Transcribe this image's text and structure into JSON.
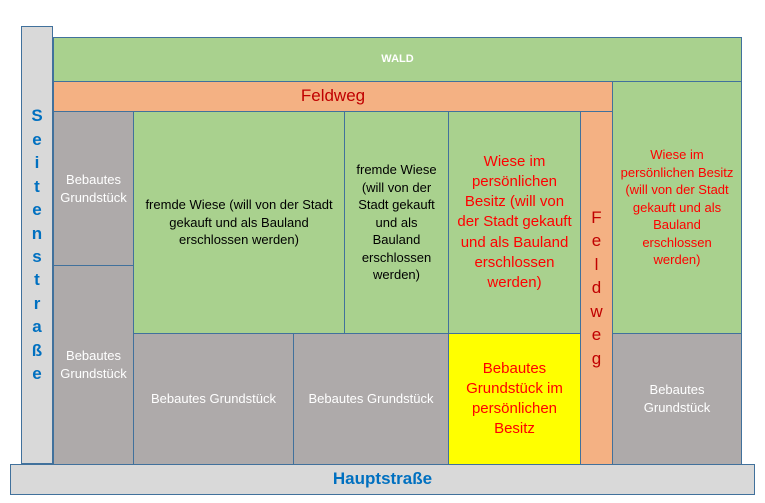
{
  "roads": {
    "side_street": "Seitenstraße",
    "main_street": "Hauptstraße",
    "field_path_horizontal": "Feldweg",
    "field_path_vertical": "Feldweg"
  },
  "forest": "WALD",
  "plots": {
    "built_top_left": "Bebautes Grundstück",
    "built_bottom_left": "Bebautes Grundstück",
    "foreign_meadow_1": "fremde Wiese (will von der Stadt gekauft und als Bauland erschlossen werden)",
    "foreign_meadow_2": "fremde Wiese (will von der Stadt gekauft und als Bauland erschlossen werden)",
    "own_meadow_1": "Wiese im persönlichen Besitz (will von der Stadt gekauft und als Bauland erschlossen werden)",
    "own_meadow_2": "Wiese im persönlichen Besitz (will von der Stadt gekauft und als Bauland erschlossen werden)",
    "built_bottom_1": "Bebautes Grundstück",
    "built_bottom_2": "Bebautes Grundstück",
    "own_built": "Bebautes Grundstück im persönlichen Besitz",
    "built_right": "Bebautes Grundstück"
  },
  "colors": {
    "meadow": "#a9d18e",
    "path": "#f4b183",
    "built": "#aeaaaa",
    "road": "#d9d9d9",
    "own_built": "#ffff00",
    "accent_red": "#ff0000",
    "road_text": "#0070c0"
  }
}
